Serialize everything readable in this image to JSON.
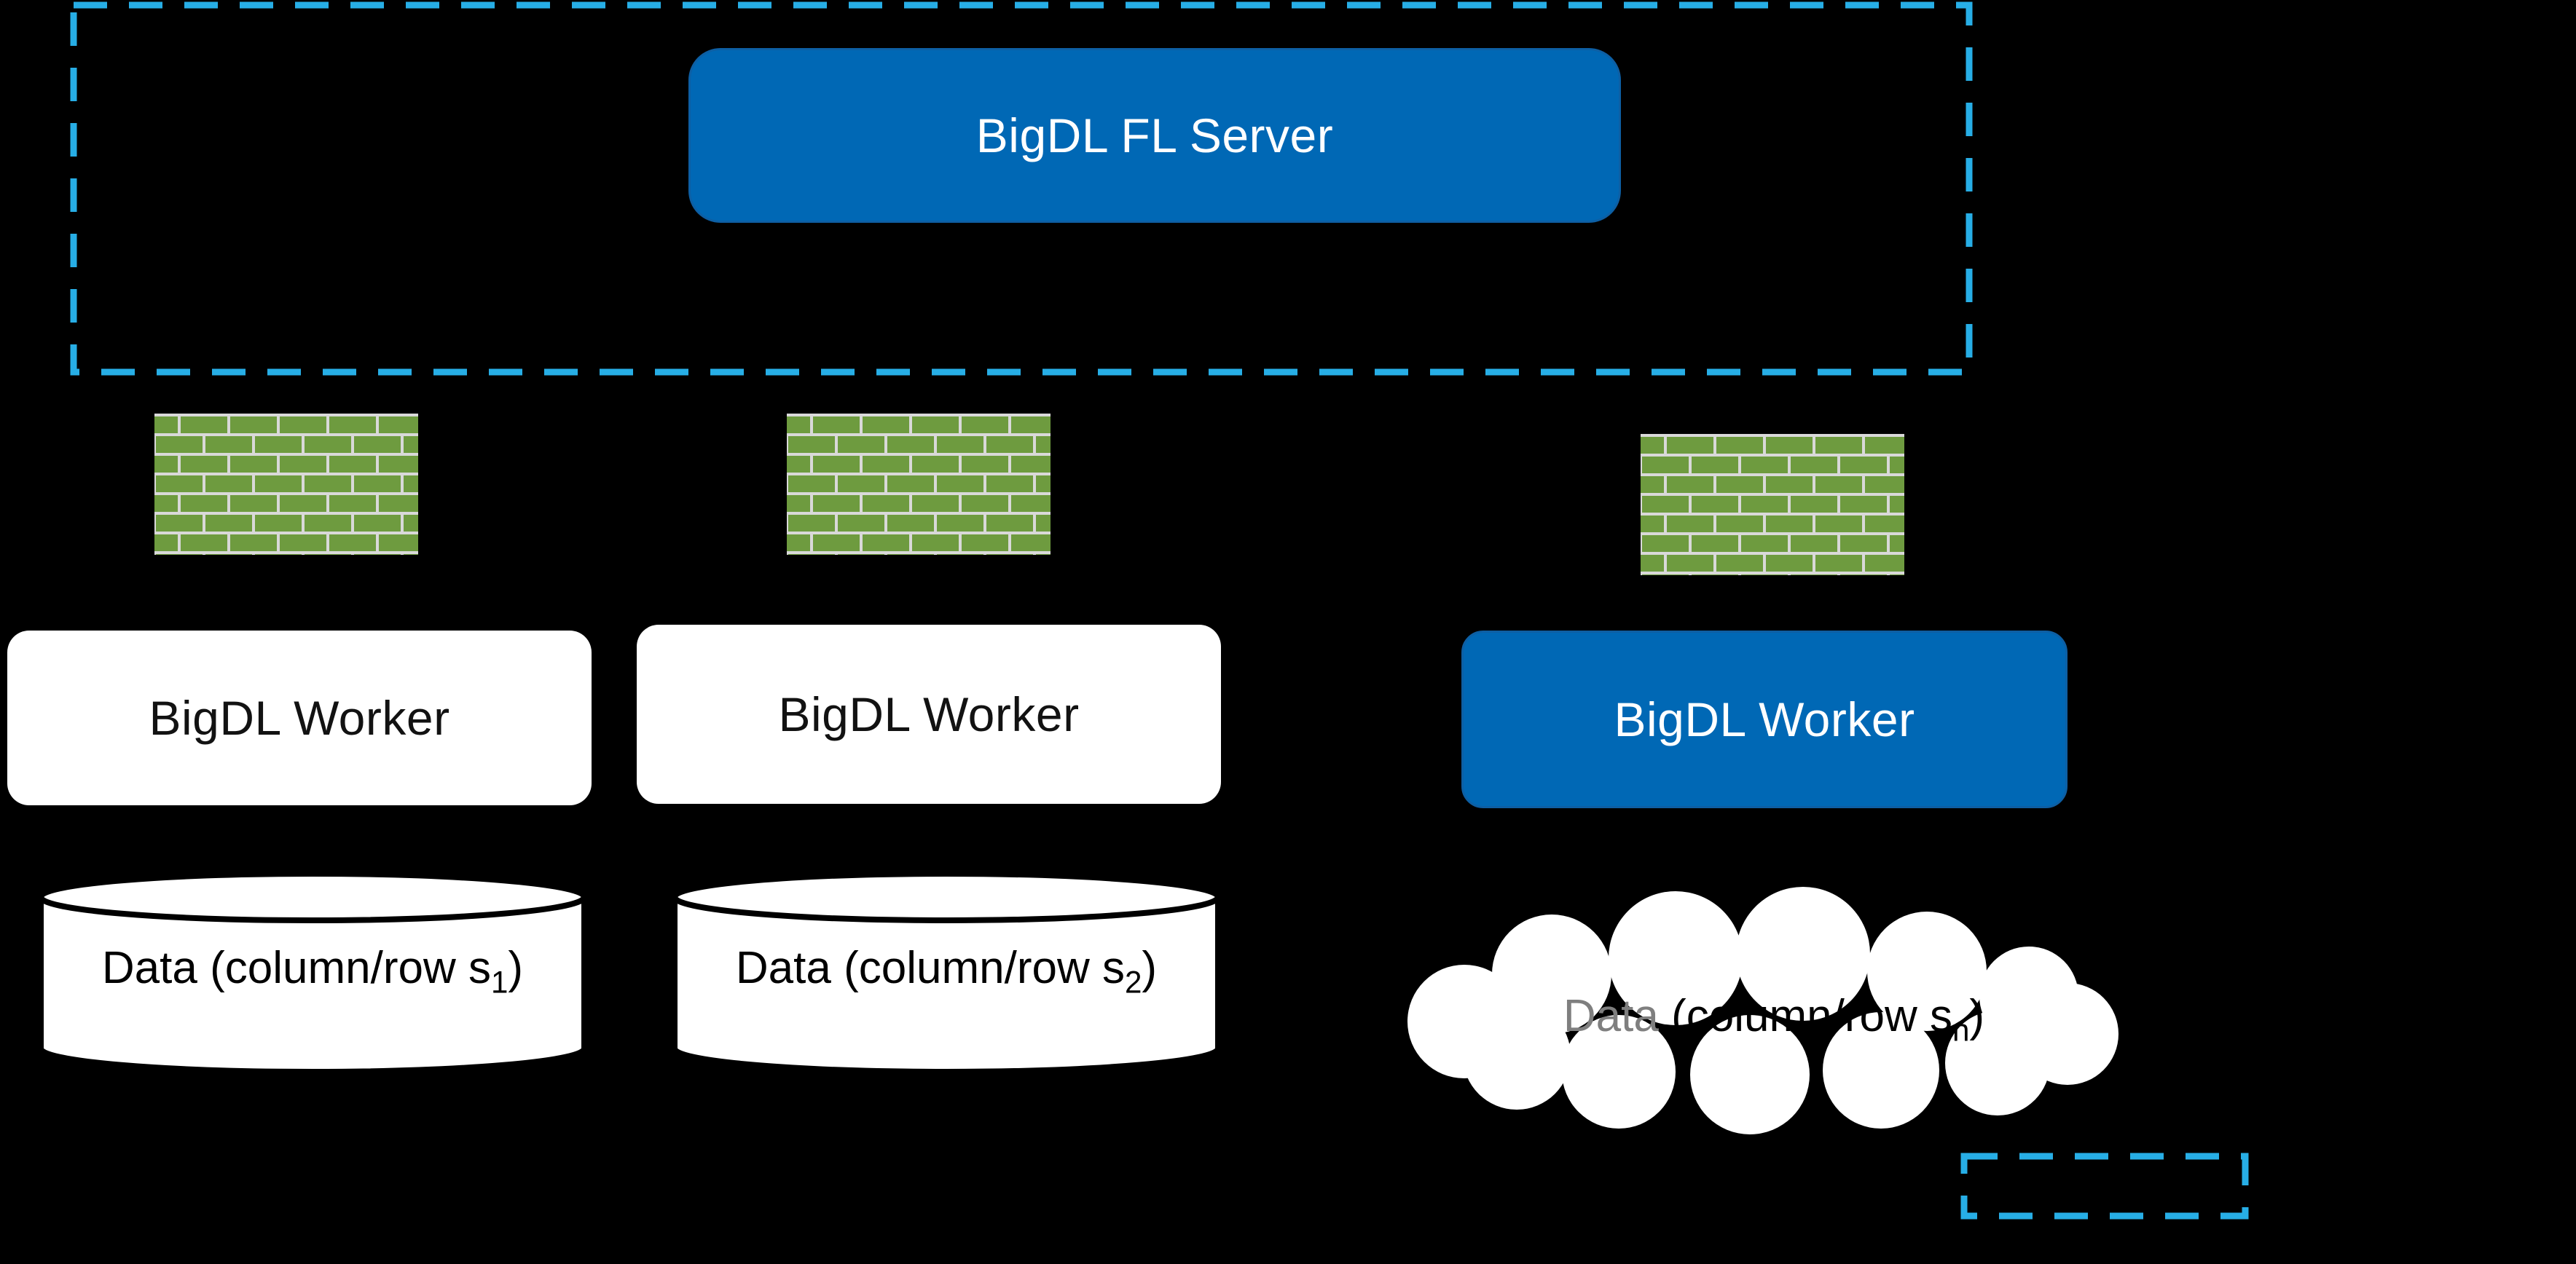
{
  "diagram": {
    "server": {
      "label": "BigDL FL Server"
    },
    "workers": [
      {
        "label": "BigDL Worker",
        "variant": "white"
      },
      {
        "label": "BigDL Worker",
        "variant": "white"
      },
      {
        "label": "BigDL Worker",
        "variant": "blue"
      }
    ],
    "datastores": [
      {
        "shape": "cylinder",
        "text_prefix": "Data (column/row s",
        "subscript": "1",
        "text_suffix": ")"
      },
      {
        "shape": "cylinder",
        "text_prefix": "Data (column/row s",
        "subscript": "2",
        "text_suffix": ")"
      },
      {
        "shape": "cloud",
        "text_word": "Data",
        "text_prefix": " (column/row s",
        "subscript": "n",
        "text_suffix": ")"
      }
    ],
    "icons": [
      "firewall-icon",
      "firewall-icon",
      "firewall-icon"
    ],
    "colors": {
      "background": "#000000",
      "accent_blue": "#0068b5",
      "dashed_border": "#27aee6",
      "firewall_brick": "#6e9b3f",
      "firewall_mortar": "#d9d9d9",
      "cloud_data_word": "#7f7f7f"
    }
  }
}
